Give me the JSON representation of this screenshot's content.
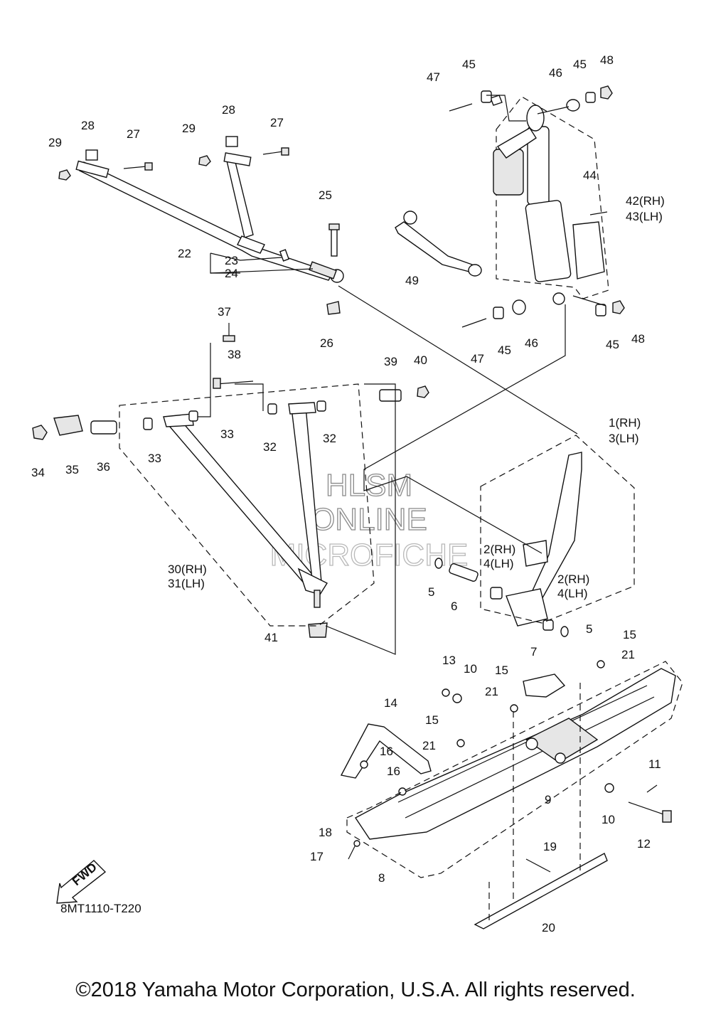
{
  "diagram_code": "8MT1110-T220",
  "copyright": "©2018 Yamaha Motor Corporation, U.S.A. All rights reserved.",
  "watermark": {
    "line1": "HLSM",
    "line2": "ONLINE",
    "line3": "MICROFICHE"
  },
  "fwd_label": "FWD",
  "callouts": [
    "1(RH)",
    "3(LH)",
    "2(RH)",
    "4(LH)",
    "2(RH)",
    "4(LH)",
    "5",
    "5",
    "6",
    "7",
    "8",
    "9",
    "10",
    "10",
    "11",
    "12",
    "13",
    "14",
    "15",
    "15",
    "15",
    "15",
    "16",
    "16",
    "17",
    "18",
    "19",
    "20",
    "21",
    "21",
    "21",
    "21",
    "22",
    "23",
    "24",
    "25",
    "26",
    "27",
    "27",
    "28",
    "28",
    "29",
    "29",
    "30(RH)",
    "31(LH)",
    "32",
    "32",
    "33",
    "33",
    "34",
    "35",
    "36",
    "37",
    "38",
    "39",
    "40",
    "41",
    "42(RH)",
    "43(LH)",
    "44",
    "45",
    "45",
    "45",
    "45",
    "46",
    "46",
    "47",
    "47",
    "48",
    "48",
    "49"
  ]
}
